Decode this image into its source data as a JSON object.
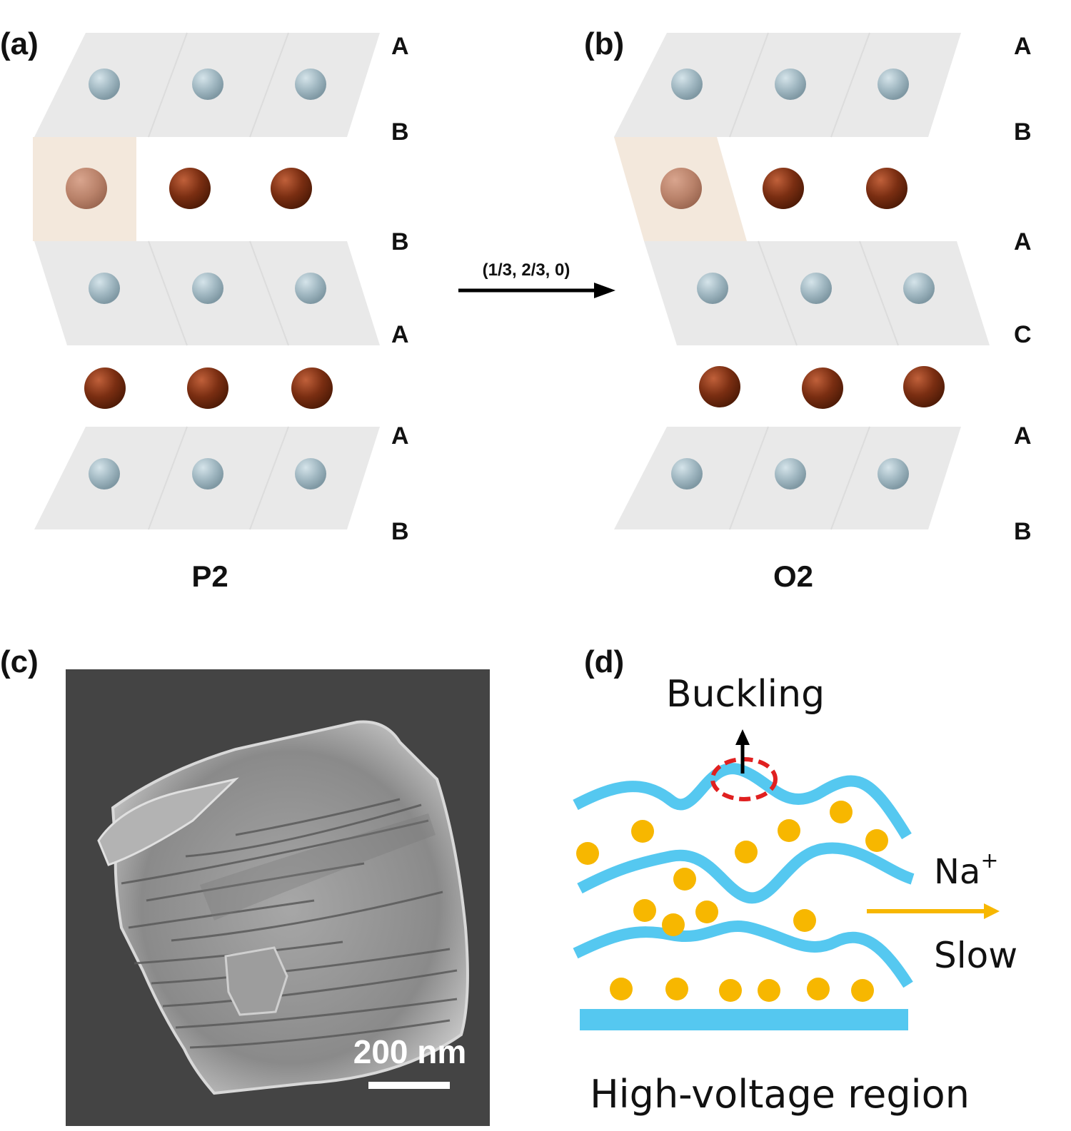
{
  "panels": {
    "a": {
      "tag": "(a)",
      "phase": "P2",
      "stacking": [
        "A",
        "B",
        "B",
        "A",
        "A",
        "B"
      ]
    },
    "b": {
      "tag": "(b)",
      "phase": "O2",
      "stacking": [
        "A",
        "B",
        "A",
        "C",
        "A",
        "B"
      ]
    },
    "c": {
      "tag": "(c)",
      "scale_bar": "200 nm"
    },
    "d": {
      "tag": "(d)",
      "buckling": "Buckling",
      "ion": "Na",
      "ion_charge": "+",
      "rate": "Slow",
      "region": "High-voltage region"
    }
  },
  "transition": {
    "vector": "(1/3, 2/3, 0)"
  },
  "colors": {
    "layer": "#e9e9e9",
    "tm_ion": "#9fb6c0",
    "na_ion": "#7a2e12",
    "na_ion_highlight": "#b9826a",
    "prism_site": "#f3e8dc",
    "wave_layer": "#55c8f0",
    "na_dot": "#f7b700",
    "buckling_ring": "#e02020",
    "arrow": "#000000",
    "sem_background": "#444444"
  }
}
